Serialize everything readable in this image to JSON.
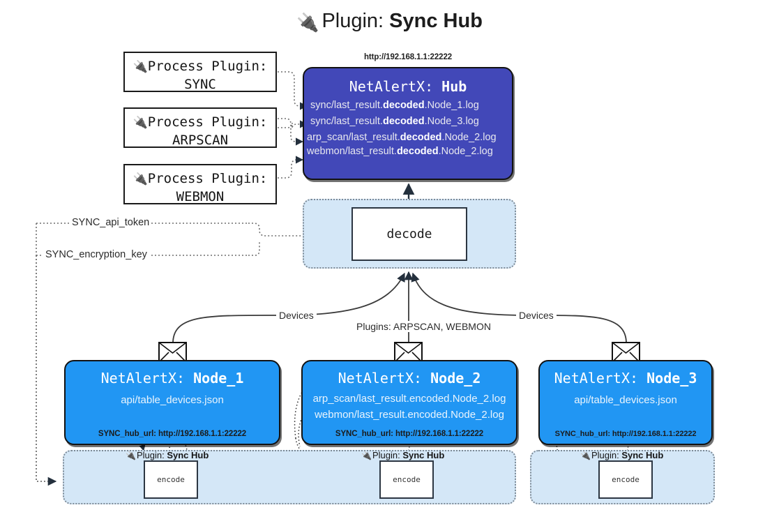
{
  "title": {
    "icon": "plug-icon",
    "prefix": "Plugin:",
    "name": "Sync Hub"
  },
  "process_plugins": [
    {
      "icon": "plug-icon",
      "line1": "Process Plugin:",
      "line2": "SYNC"
    },
    {
      "icon": "plug-icon",
      "line1": "Process Plugin:",
      "line2": "ARPSCAN"
    },
    {
      "icon": "plug-icon",
      "line1": "Process Plugin:",
      "line2": "WEBMON"
    }
  ],
  "hub": {
    "url": "http://192.168.1.1:22222",
    "title_prefix": "NetAlertX:",
    "title_name": "Hub",
    "lines": [
      {
        "pre": "sync/last_result.",
        "em": "decoded",
        "post": ".Node_1.log"
      },
      {
        "pre": "sync/last_result.",
        "em": "decoded",
        "post": ".Node_3.log"
      },
      {
        "pre": "arp_scan/last_result.",
        "em": "decoded",
        "post": ".Node_2.log"
      },
      {
        "pre": "webmon/last_result.",
        "em": "decoded",
        "post": ".Node_2.log"
      }
    ]
  },
  "decode": {
    "label": "decode"
  },
  "settings": {
    "api_token": "SYNC_api_token",
    "encryption_key": "SYNC_encryption_key"
  },
  "edge_labels": {
    "devices_left": "Devices",
    "devices_right": "Devices",
    "plugins_center": "Plugins: ARPSCAN, WEBMON"
  },
  "nodes": [
    {
      "title_prefix": "NetAlertX:",
      "title_name": "Node_1",
      "lines": [
        "api/table_devices.json"
      ],
      "footer": "SYNC_hub_url: http://192.168.1.1:22222",
      "envelope_icon": "envelope-icon"
    },
    {
      "title_prefix": "NetAlertX:",
      "title_name": "Node_2",
      "lines": [
        "arp_scan/last_result.encoded.Node_2.log",
        "webmon/last_result.encoded.Node_2.log"
      ],
      "footer": "SYNC_hub_url: http://192.168.1.1:22222",
      "envelope_icon": "envelope-icon"
    },
    {
      "title_prefix": "NetAlertX:",
      "title_name": "Node_3",
      "lines": [
        "api/table_devices.json"
      ],
      "footer": "SYNC_hub_url: http://192.168.1.1:22222",
      "envelope_icon": "envelope-icon"
    }
  ],
  "plugin_containers": [
    {
      "icon": "plug-icon",
      "label_prefix": "Plugin:",
      "label_name": "Sync Hub",
      "box_label": "encode"
    },
    {
      "icon": "plug-icon",
      "label_prefix": "Plugin:",
      "label_name": "Sync Hub",
      "box_label": "encode"
    },
    {
      "icon": "plug-icon",
      "label_prefix": "Plugin:",
      "label_name": "Sync Hub",
      "box_label": "encode"
    }
  ],
  "colors": {
    "hub_fill": "#4248b8",
    "node_fill": "#2196f3",
    "container_fill": "#d4e7f7",
    "container_border": "#7d8a96",
    "stroke": "#121212"
  }
}
